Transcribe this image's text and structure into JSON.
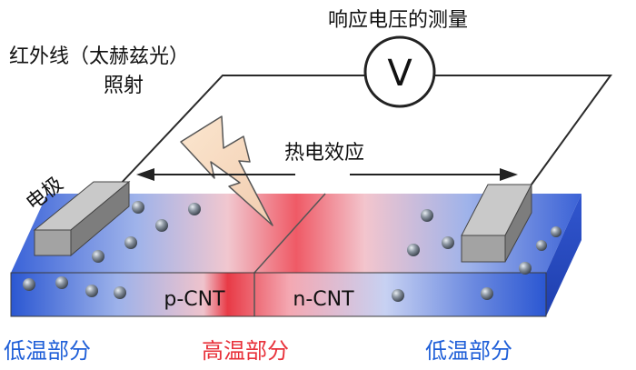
{
  "labels": {
    "ir_line1": "红外线（太赫兹光）",
    "ir_line2": "照射",
    "measurement": "响应电压的测量",
    "voltmeter_symbol": "V",
    "thermo_effect": "热电效应",
    "electrode": "电极",
    "p_cnt": "p-CNT",
    "n_cnt": "n-CNT",
    "low_temp_left": "低温部分",
    "high_temp": "高温部分",
    "low_temp_right": "低温部分"
  },
  "colors": {
    "low_temp_blue": "#1f5fd8",
    "high_temp_red": "#e8313a",
    "text_black": "#111111"
  }
}
